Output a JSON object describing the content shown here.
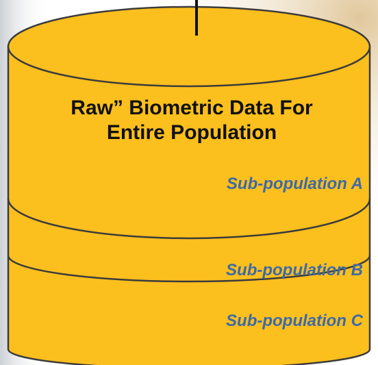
{
  "colors": {
    "cylinder_fill": "#fbbf1e",
    "cylinder_stroke": "#3b3b3b",
    "title_text": "#111111",
    "subpopulation_text": "#3d6aa6"
  },
  "database": {
    "title_line1": "Raw” Biometric Data For",
    "title_line2": "Entire Population",
    "segments": [
      {
        "label": "Sub-population A"
      },
      {
        "label": "Sub-population B"
      },
      {
        "label": "Sub-population C"
      }
    ]
  }
}
